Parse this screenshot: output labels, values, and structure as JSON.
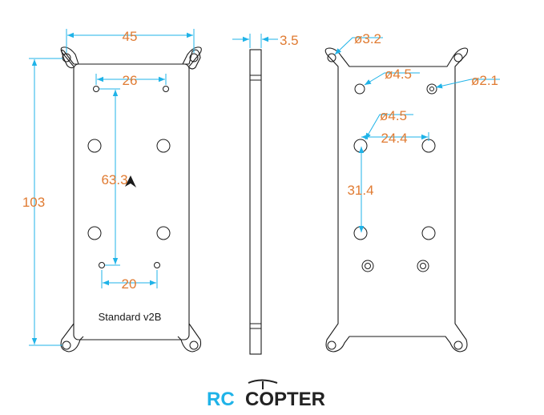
{
  "dimensions": {
    "width_top": "45",
    "height_left": "103",
    "thickness": "3.5",
    "top_hole_span": "26",
    "vertical_span": "63.3",
    "bottom_hole_span": "20",
    "corner_hole_dia": "ø3.2",
    "upper_hole_dia": "ø4.5",
    "small_hole_dia": "ø2.1",
    "mid_hole_dia": "ø4.5",
    "mid_hole_span": "24.4",
    "mid_vertical_span": "31.4"
  },
  "part_label": "Standard v2B",
  "logo": {
    "rc": "RC",
    "copter": "COPTER"
  },
  "colors": {
    "dimension_line": "#1fb3e8",
    "dimension_text": "#e07b32",
    "outline": "#1a1a1a"
  }
}
